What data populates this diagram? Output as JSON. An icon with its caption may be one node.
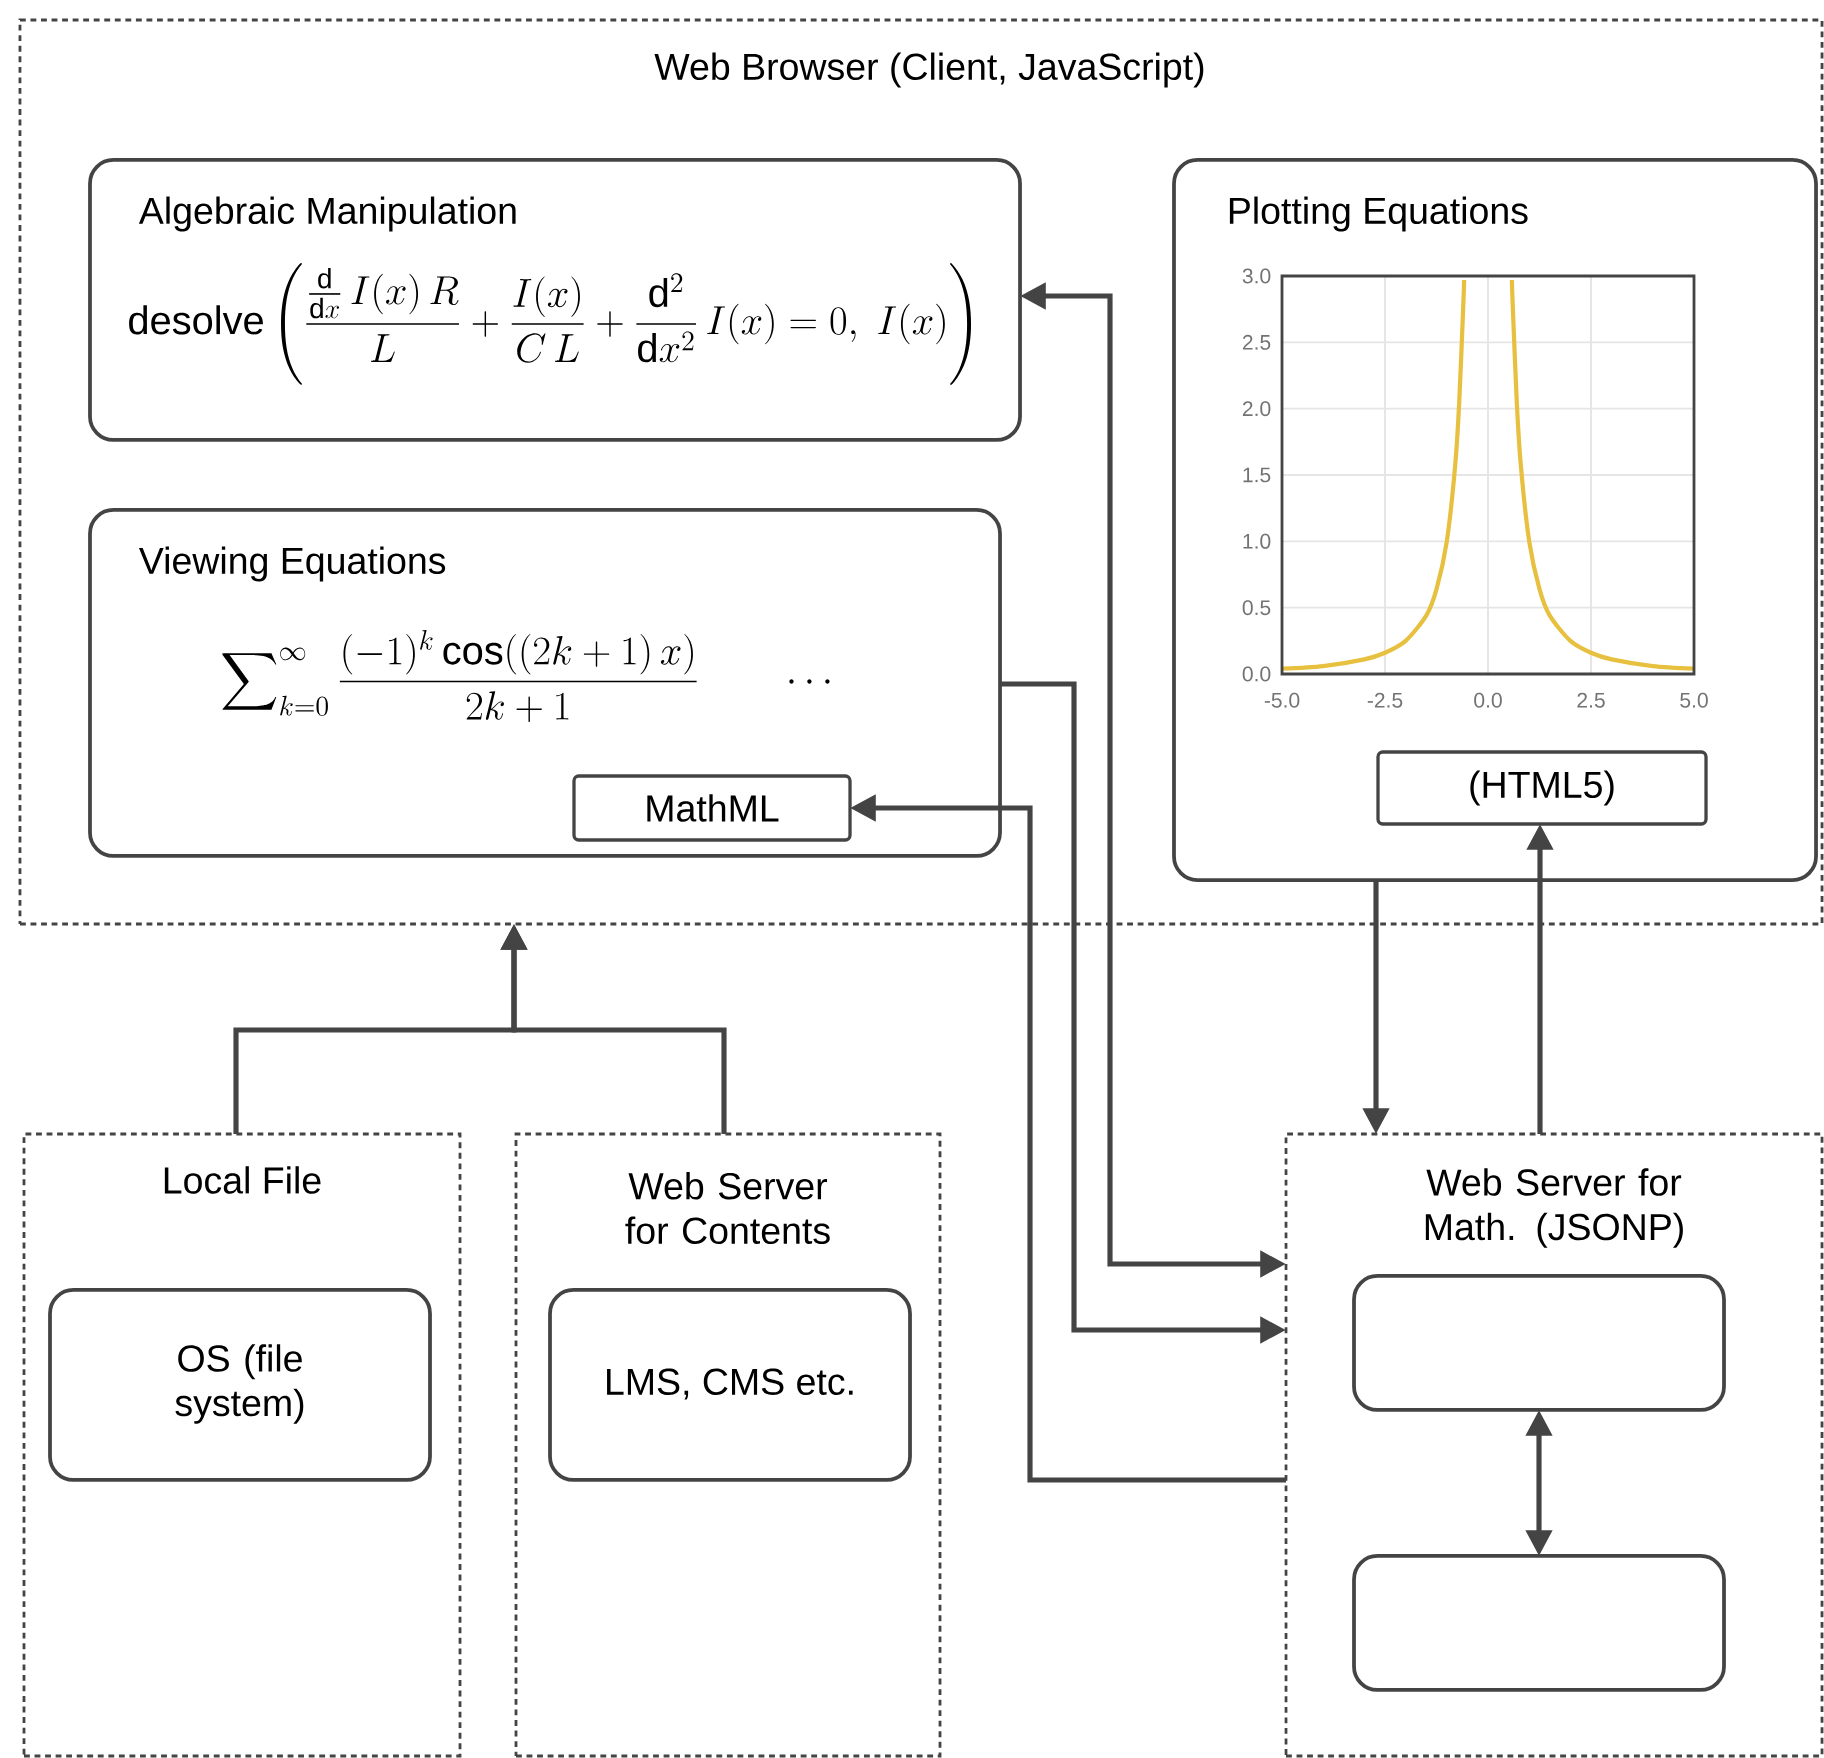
{
  "diagram": {
    "nodes": [
      {
        "text": [
          "Web Browser (Client, JavaScript)"
        ]
      },
      {
        "text": [
          "Algebraic Manipulation",
          "\\mathrm{desolve}\\left(\\frac{\\frac{\\mathrm{d}}{\\mathrm{d}x}\\,I(x)\\,R}{L}+\\frac{I(x)}{C\\,L}+\\frac{\\mathrm{d}^{2}}{\\mathrm{d}x^{2}}\\,I(x)=0,\\;I(x)\\right)"
        ],
        "in": 0
      },
      {
        "text": [
          "Viewing Equations",
          "\\sum\\nolimits_{k=0}^{\\infty}\\frac{(-1)^{k}\\cos((2k+1)\\,x)}{2k+1}\\qquad\\cdots"
        ],
        "in": 0
      },
      {
        "text": [
          "MathML"
        ],
        "in": 2
      },
      {
        "text": [
          "Plotting Equations"
        ],
        "in": 0
      },
      {
        "text": [
          "(HTML5)"
        ],
        "in": 4
      },
      {
        "text": [
          "Local File"
        ]
      },
      {
        "text": [
          "OS (file system)"
        ],
        "in": 6
      },
      {
        "text": [
          "Web Server for Contents"
        ]
      },
      {
        "text": [
          "LMS, CMS etc."
        ],
        "in": 8
      },
      {
        "text": [
          "Web Server for Math. (JSONP)"
        ]
      },
      {
        "text": [],
        "shape": "box",
        "in": 10
      },
      {
        "text": [],
        "shape": "box",
        "in": 10
      }
    ],
    "edges": [
      {
        "from": 6,
        "to": 0,
        "arrow": "to"
      },
      {
        "from": 8,
        "to": 0,
        "arrow": "to"
      },
      {
        "from": 1,
        "to": 10,
        "arrow": "both"
      },
      {
        "from": 2,
        "to": 10,
        "arrow": "to"
      },
      {
        "from": 10,
        "to": 3,
        "arrow": "to"
      },
      {
        "from": 4,
        "to": 10,
        "arrow": "to"
      },
      {
        "from": 10,
        "to": 5,
        "arrow": "to"
      },
      {
        "from": 11,
        "to": 12,
        "arrow": "both"
      }
    ],
    "chart_data": {
      "type": "line",
      "x": [
        -5,
        -4,
        -3,
        -2.5,
        -2,
        -1.5,
        -1.25,
        -1,
        -0.8,
        -0.7,
        -0.6,
        -0.58,
        0,
        0.58,
        0.6,
        0.7,
        0.8,
        1,
        1.25,
        1.5,
        2,
        2.5,
        3,
        4,
        5
      ],
      "series": [
        {
          "color": "#e8c040",
          "values": [
            0.04,
            0.06,
            0.11,
            0.16,
            0.25,
            0.44,
            0.64,
            1.0,
            1.56,
            2.04,
            2.78,
            2.97,
            null,
            2.97,
            2.78,
            2.04,
            1.56,
            1.0,
            0.64,
            0.44,
            0.25,
            0.16,
            0.11,
            0.06,
            0.04
          ]
        }
      ],
      "xlim": [
        -5,
        5
      ],
      "ylim": [
        0,
        3
      ],
      "grid": true,
      "xticks": [
        {
          "value": -5,
          "label": "-5.0"
        },
        {
          "value": -2.5,
          "label": "-2.5"
        },
        {
          "value": 0,
          "label": "0.0"
        },
        {
          "value": 2.5,
          "label": "2.5"
        },
        {
          "value": 5,
          "label": "5.0"
        }
      ],
      "yticks": [
        {
          "value": 0,
          "label": "0.0"
        },
        {
          "value": 0.5,
          "label": "0.5"
        },
        {
          "value": 1,
          "label": "1.0"
        },
        {
          "value": 1.5,
          "label": "1.5"
        },
        {
          "value": 2,
          "label": "2.0"
        },
        {
          "value": 2.5,
          "label": "2.5"
        },
        {
          "value": 3,
          "label": "3.0"
        }
      ]
    }
  }
}
